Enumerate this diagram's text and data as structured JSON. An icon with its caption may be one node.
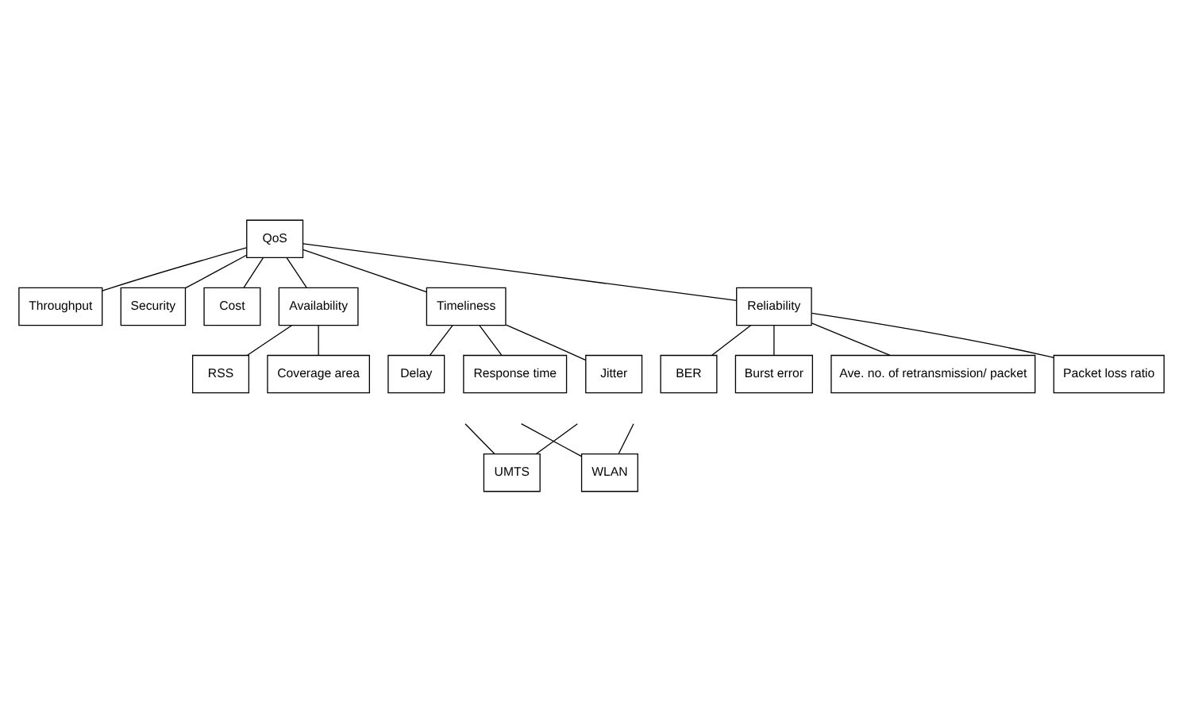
{
  "diagram": {
    "nodes": [
      {
        "text": [
          "QoS"
        ]
      },
      {
        "text": [
          "Availability"
        ]
      },
      {
        "text": [
          "Throughput"
        ]
      },
      {
        "text": [
          "Timeliness"
        ]
      },
      {
        "text": [
          "Reliability"
        ]
      },
      {
        "text": [
          "Security"
        ]
      },
      {
        "text": [
          "Cost"
        ]
      },
      {
        "text": [
          "RSS"
        ]
      },
      {
        "text": [
          "Coverage area"
        ]
      },
      {
        "text": [
          "Delay"
        ]
      },
      {
        "text": [
          "Response time"
        ]
      },
      {
        "text": [
          "Jitter"
        ]
      },
      {
        "text": [
          "BER"
        ]
      },
      {
        "text": [
          "Burst error"
        ]
      },
      {
        "text": [
          "Ave. no. of retransmission/ packet"
        ]
      },
      {
        "text": [
          "Packet loss ratio"
        ]
      },
      {
        "text": [
          "UMTS"
        ]
      },
      {
        "text": [
          "WLAN"
        ]
      }
    ],
    "edges": [
      {
        "from": 0,
        "to": 1,
        "arrow": "none"
      },
      {
        "from": 0,
        "to": 2,
        "arrow": "none"
      },
      {
        "from": 0,
        "to": 3,
        "arrow": "none"
      },
      {
        "from": 0,
        "to": 4,
        "arrow": "none"
      },
      {
        "from": 0,
        "to": 5,
        "arrow": "none"
      },
      {
        "from": 0,
        "to": 6,
        "arrow": "none"
      },
      {
        "from": 1,
        "to": 7,
        "arrow": "none"
      },
      {
        "from": 1,
        "to": 8,
        "arrow": "none"
      },
      {
        "from": 3,
        "to": 9,
        "arrow": "none"
      },
      {
        "from": 3,
        "to": 10,
        "arrow": "none"
      },
      {
        "from": 3,
        "to": 11,
        "arrow": "none"
      },
      {
        "from": 4,
        "to": 12,
        "arrow": "none"
      },
      {
        "from": 4,
        "to": 13,
        "arrow": "none"
      },
      {
        "from": 4,
        "to": 14,
        "arrow": "none"
      },
      {
        "from": 4,
        "to": 15,
        "arrow": "none"
      },
      {
        "from": null,
        "to": 16,
        "arrow": "none"
      },
      {
        "from": null,
        "to": 17,
        "arrow": "none"
      },
      {
        "from": null,
        "to": 16,
        "arrow": "none"
      },
      {
        "from": null,
        "to": 17,
        "arrow": "none"
      }
    ]
  }
}
